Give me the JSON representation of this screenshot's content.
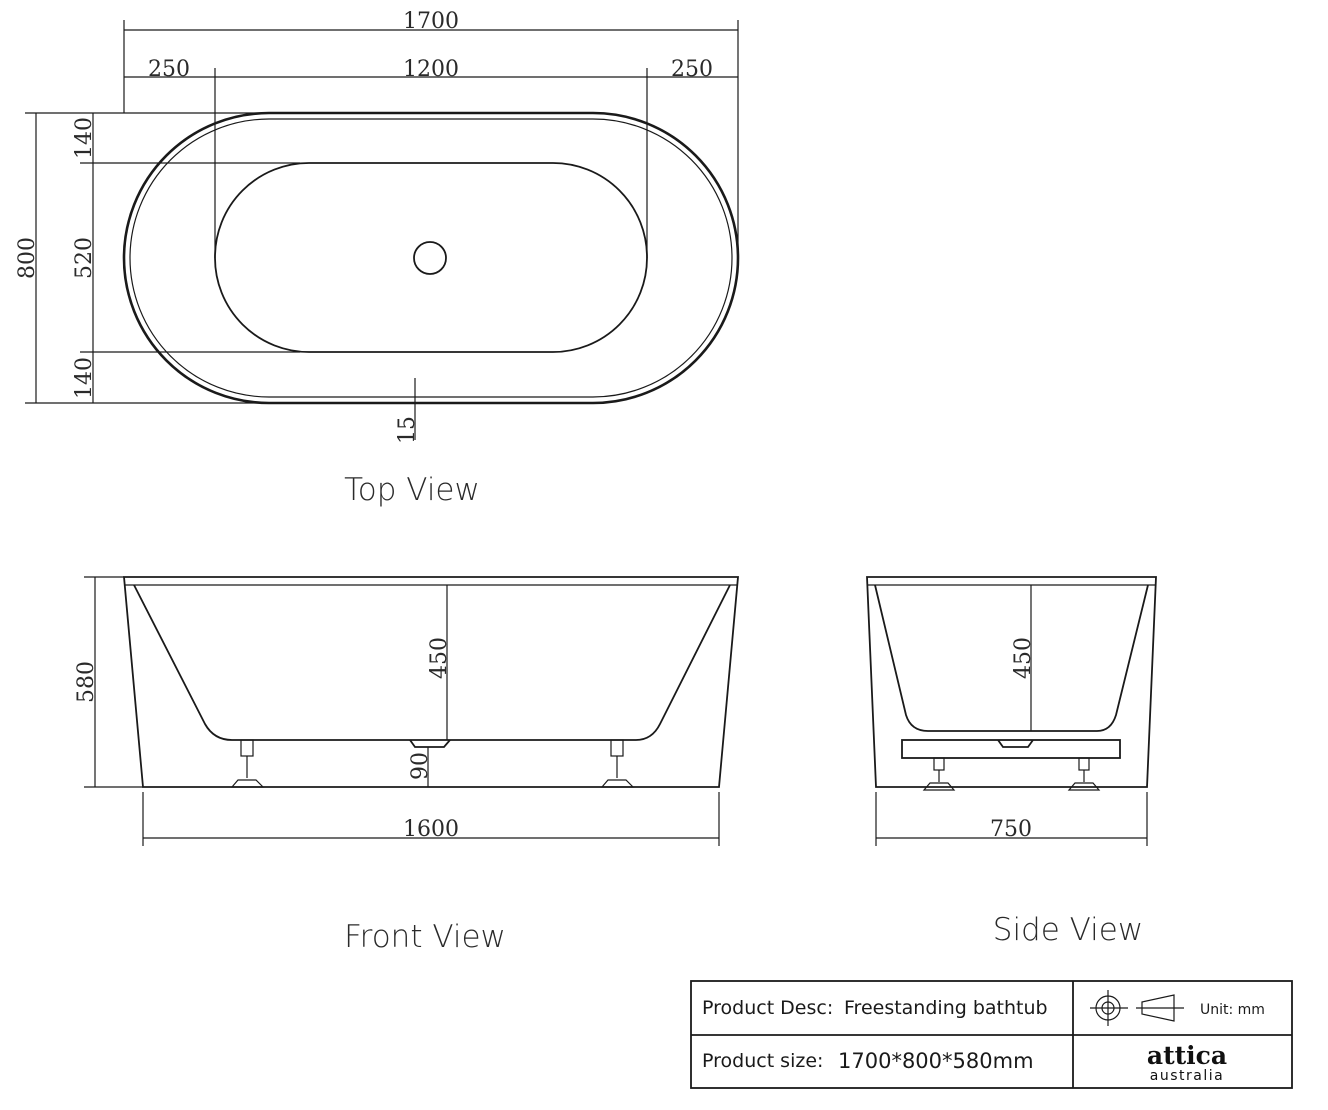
{
  "top_view": {
    "title": "Top View",
    "dims": {
      "overall_length": "1700",
      "left_end": "250",
      "inner_length": "1200",
      "right_end": "250",
      "overall_width": "800",
      "rim_top": "140",
      "inner_width": "520",
      "rim_bottom": "140",
      "wall": "15"
    }
  },
  "front_view": {
    "title": "Front View",
    "dims": {
      "height": "580",
      "depth": "450",
      "foot": "90",
      "base_length": "1600"
    }
  },
  "side_view": {
    "title": "Side View",
    "dims": {
      "depth": "450",
      "base_width": "750"
    }
  },
  "title_block": {
    "desc_label": "Product Desc:",
    "desc_value": "Freestanding bathtub",
    "size_label": "Product size:",
    "size_value": "1700*800*580mm",
    "unit_label": "Unit: mm",
    "logo_main": "attica",
    "logo_sub": "australia",
    "projection_icon": "third-angle-projection-icon"
  }
}
